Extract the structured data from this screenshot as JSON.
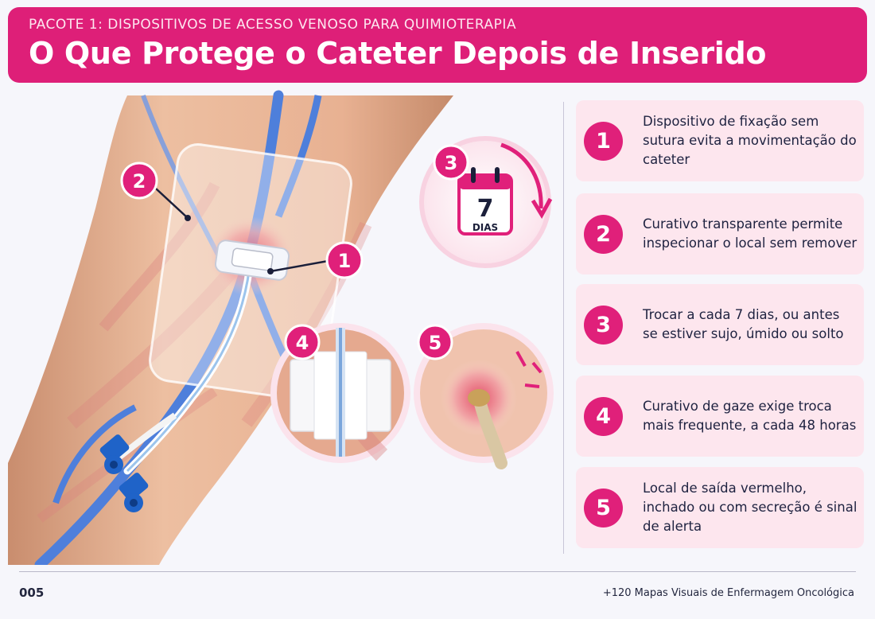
{
  "header": {
    "kicker": "PACOTE 1: DISPOSITIVOS DE ACESSO VENOSO PARA QUIMIOTERAPIA",
    "title": "O Que Protege o Cateter Depois de Inserido"
  },
  "illustration": {
    "callouts": [
      "1",
      "2",
      "3",
      "4",
      "5"
    ],
    "calendar": {
      "number": "7",
      "label": "DIAS"
    }
  },
  "cards": [
    {
      "num": "1",
      "text": "Dispositivo de fixação sem sutura evita a movimentação do cateter"
    },
    {
      "num": "2",
      "text": "Curativo transparente permite inspecionar o local sem remover"
    },
    {
      "num": "3",
      "text": "Trocar a cada 7 dias, ou antes se estiver sujo, úmido ou solto"
    },
    {
      "num": "4",
      "text": "Curativo de gaze exige troca mais frequente, a cada 48 horas"
    },
    {
      "num": "5",
      "text": "Local de saída vermelho, inchado ou com secreção é sinal de alerta"
    }
  ],
  "footer": {
    "page": "005",
    "credit": "+120 Mapas Visuais de Enfermagem Oncológica"
  },
  "colors": {
    "accent": "#de1f78",
    "card_bg": "#fde6ee",
    "vein": "#4a78d6",
    "skin": "#e9b496"
  }
}
